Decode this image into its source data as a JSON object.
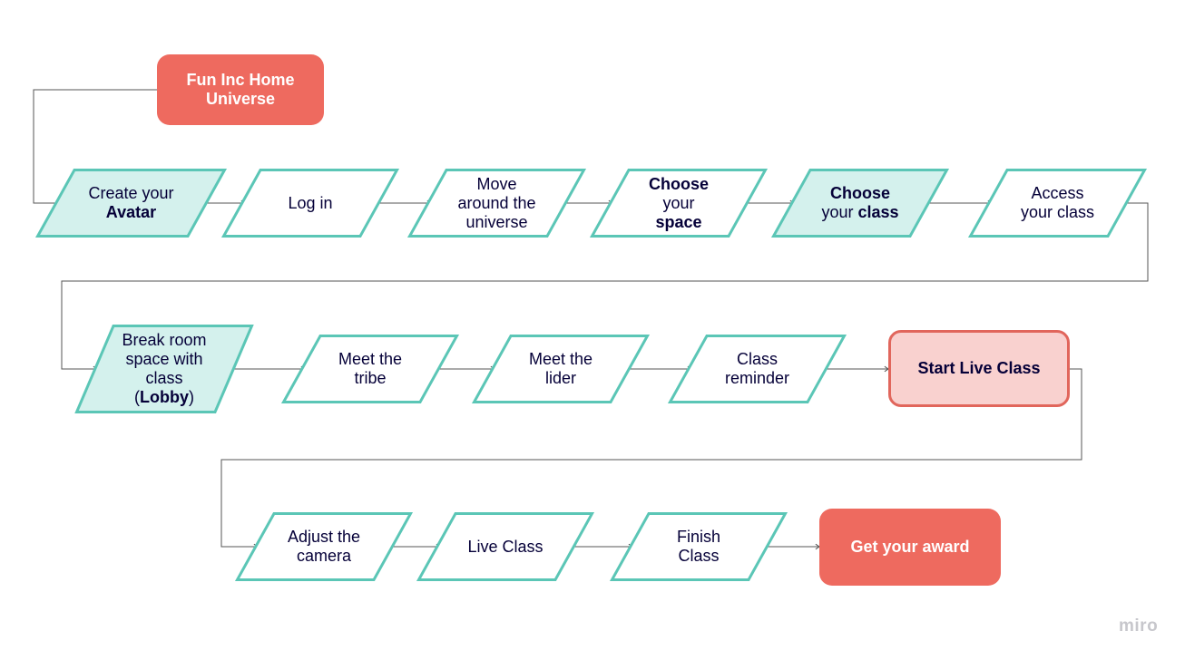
{
  "colors": {
    "teal_border": "#5bc6b6",
    "teal_fill": "#d4f1ed",
    "red_fill": "#ee6a5f",
    "pink_fill": "#f9d1cf",
    "pink_border": "#e1665c",
    "text": "#050038",
    "connector": "#555555"
  },
  "nodes": {
    "home": {
      "lines": [
        [
          "Fun Inc Home"
        ],
        [
          "Universe"
        ]
      ]
    },
    "avatar": {
      "lines": [
        [
          "Create your"
        ],
        [
          "*Avatar"
        ]
      ]
    },
    "login": {
      "lines": [
        [
          "Log in"
        ]
      ]
    },
    "move": {
      "lines": [
        [
          "Move"
        ],
        [
          "around the"
        ],
        [
          "universe"
        ]
      ]
    },
    "space": {
      "lines": [
        [
          "*Choose"
        ],
        [
          "your"
        ],
        [
          "*space"
        ]
      ]
    },
    "choose_class": {
      "lines": [
        [
          "*Choose"
        ],
        [
          "your ",
          "*class"
        ]
      ]
    },
    "access": {
      "lines": [
        [
          "Access"
        ],
        [
          "your class"
        ]
      ]
    },
    "break_room": {
      "lines": [
        [
          "Break room"
        ],
        [
          "space with"
        ],
        [
          "class"
        ],
        [
          "(",
          "*Lobby",
          ")"
        ]
      ]
    },
    "tribe": {
      "lines": [
        [
          "Meet the"
        ],
        [
          "tribe"
        ]
      ]
    },
    "lider": {
      "lines": [
        [
          "Meet the"
        ],
        [
          "lider"
        ]
      ]
    },
    "reminder": {
      "lines": [
        [
          "Class"
        ],
        [
          "reminder"
        ]
      ]
    },
    "start": {
      "lines": [
        [
          "Start Live Class"
        ]
      ]
    },
    "camera": {
      "lines": [
        [
          "Adjust the"
        ],
        [
          "camera"
        ]
      ]
    },
    "live": {
      "lines": [
        [
          "Live Class"
        ]
      ]
    },
    "finish": {
      "lines": [
        [
          "Finish"
        ],
        [
          "Class"
        ]
      ]
    },
    "award": {
      "lines": [
        [
          "Get your award"
        ]
      ]
    }
  },
  "watermark": "miro"
}
